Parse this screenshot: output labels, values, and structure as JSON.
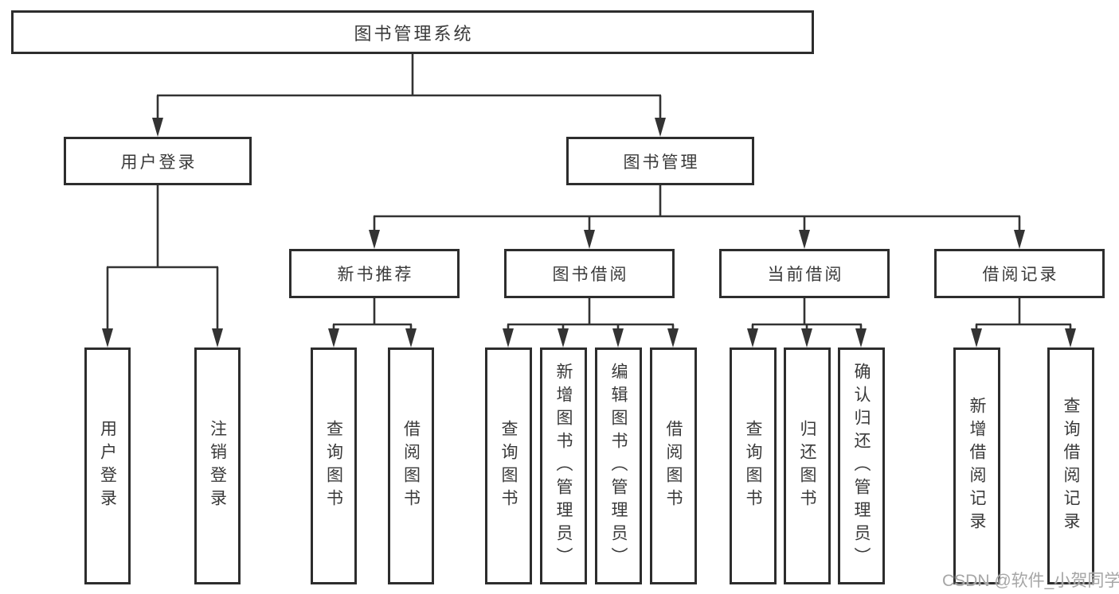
{
  "colors": {
    "line": "#333333",
    "box_border": "#2d2d2d",
    "text": "#3a3a3a",
    "watermark": "#a6a6a6",
    "background": "#ffffff"
  },
  "watermark": {
    "text": "CSDN @软件_小贺同学"
  },
  "tree": {
    "root": {
      "label": "图书管理系统"
    },
    "level2": [
      {
        "label": "用户登录",
        "children": [
          {
            "label": "用户登录"
          },
          {
            "label": "注销登录"
          }
        ]
      },
      {
        "label": "图书管理",
        "children": [
          {
            "label": "新书推荐",
            "children": [
              {
                "label": "查询图书"
              },
              {
                "label": "借阅图书"
              }
            ]
          },
          {
            "label": "图书借阅",
            "children": [
              {
                "label": "查询图书"
              },
              {
                "label": "新增图书（管理员）"
              },
              {
                "label": "编辑图书（管理员）"
              },
              {
                "label": "借阅图书"
              }
            ]
          },
          {
            "label": "当前借阅",
            "children": [
              {
                "label": "查询图书"
              },
              {
                "label": "归还图书"
              },
              {
                "label": "确认归还（管理员）"
              }
            ]
          },
          {
            "label": "借阅记录",
            "children": [
              {
                "label": "新增借阅记录"
              },
              {
                "label": "查询借阅记录"
              }
            ]
          }
        ]
      }
    ]
  }
}
